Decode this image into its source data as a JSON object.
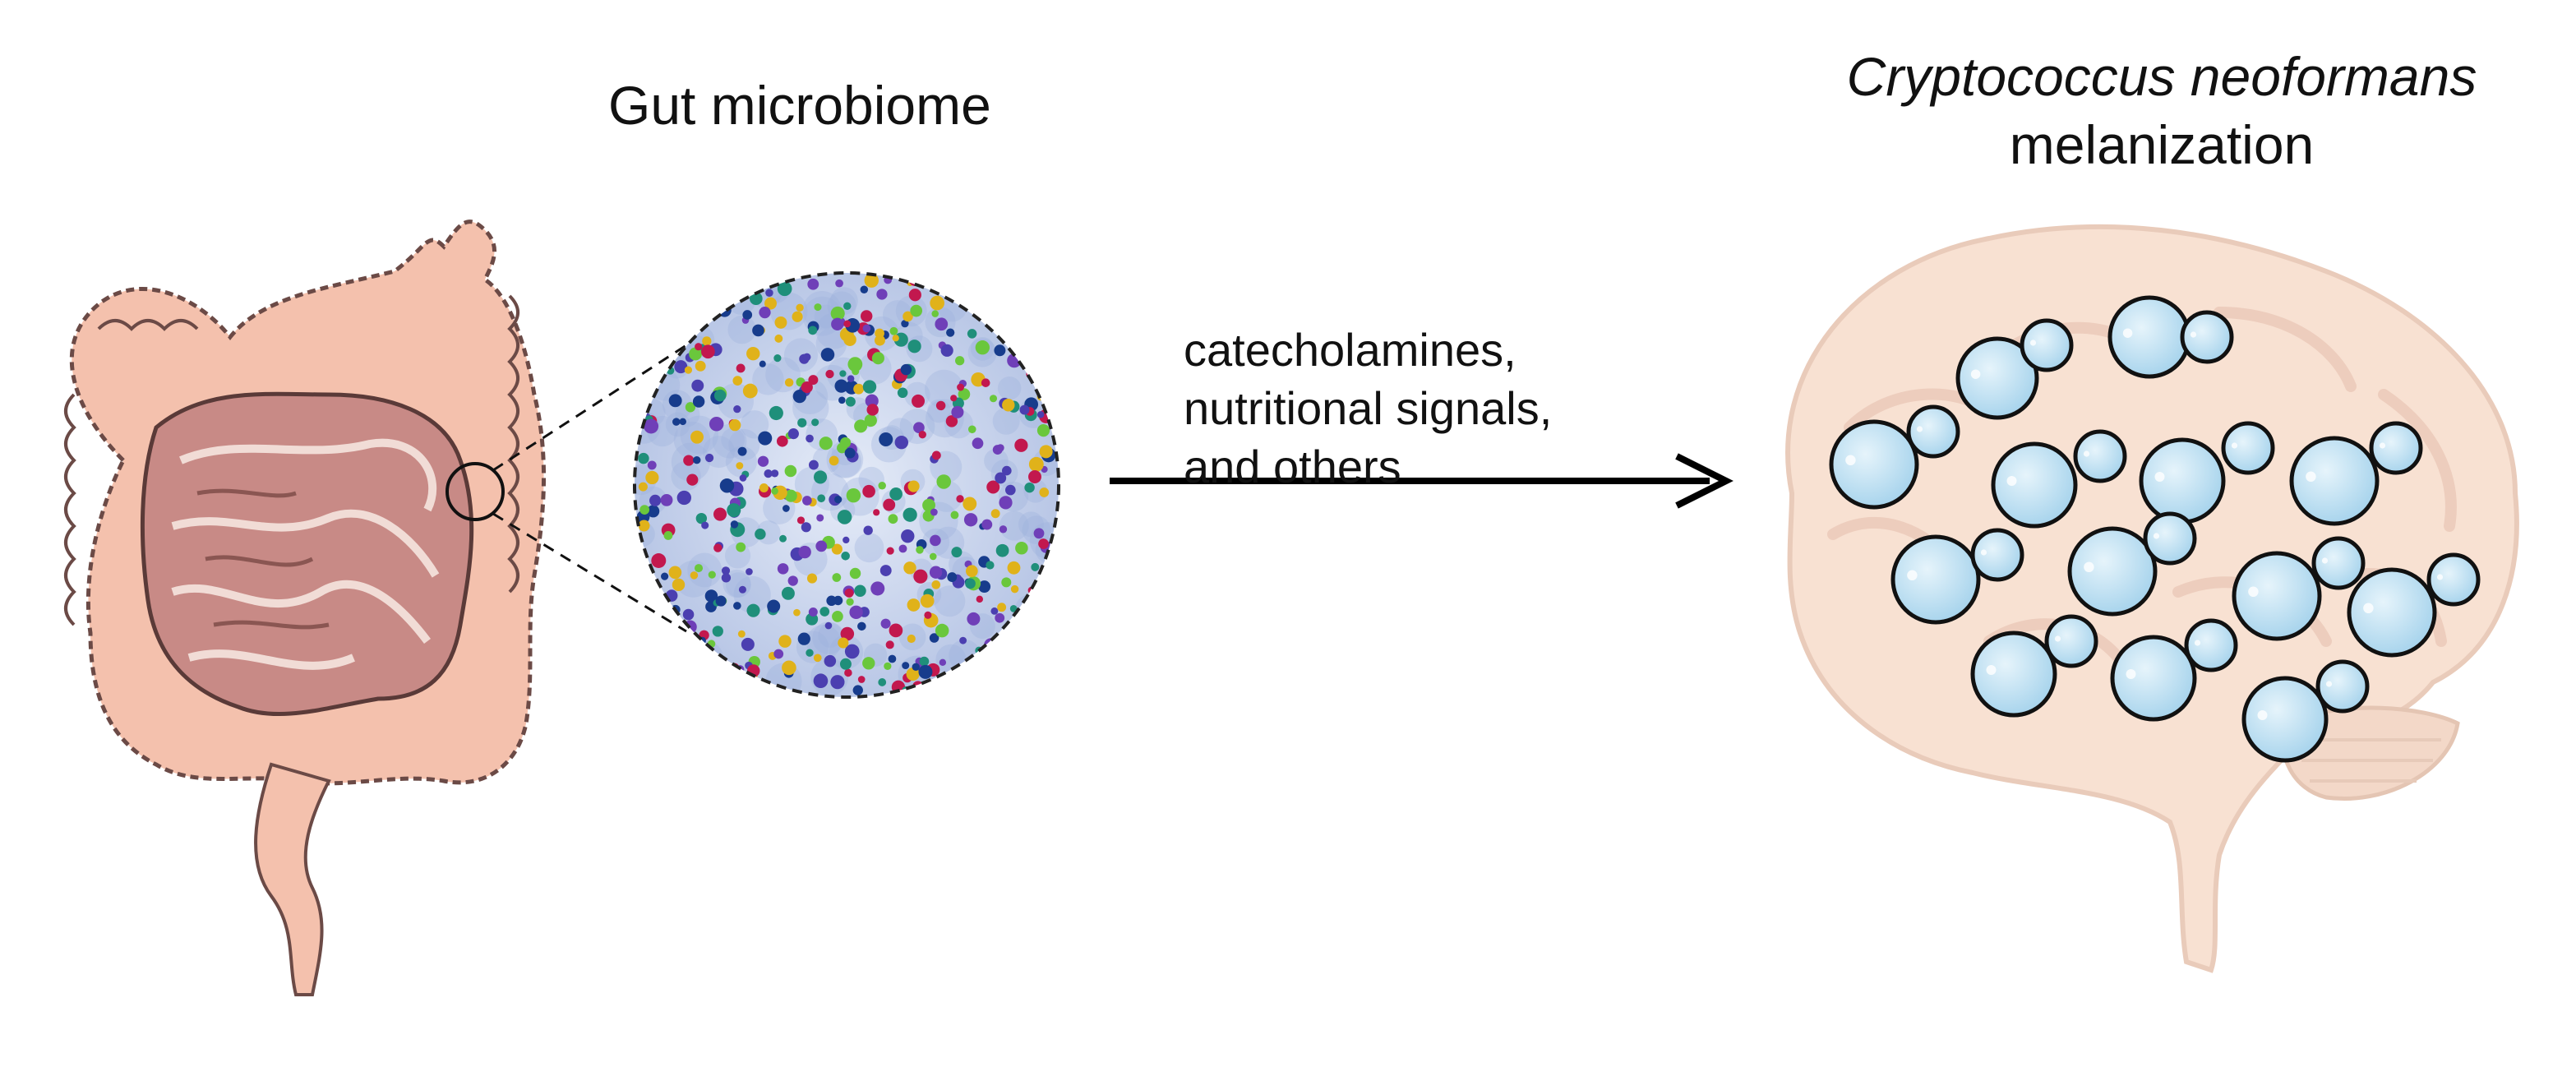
{
  "gut_label": "Gut microbiome",
  "pathogen": {
    "species": "Cryptococcus neoformans",
    "process": "melanization"
  },
  "signals": [
    "catecholamines,",
    "nutritional signals,",
    "and others"
  ],
  "colors": {
    "intestine_outer": "#f4c1ad",
    "intestine_inner": "#c88a86",
    "microbiome_bg": "#c7d3ec",
    "yeast_fill": "#bde0f2",
    "brain_tint": "#f6d8c6",
    "arrow": "#000000"
  },
  "microbe_colors": [
    "#4b3fb0",
    "#e0b21a",
    "#c2184e",
    "#1f8f7a",
    "#173c8c",
    "#6f3fb8",
    "#6ac73c"
  ]
}
